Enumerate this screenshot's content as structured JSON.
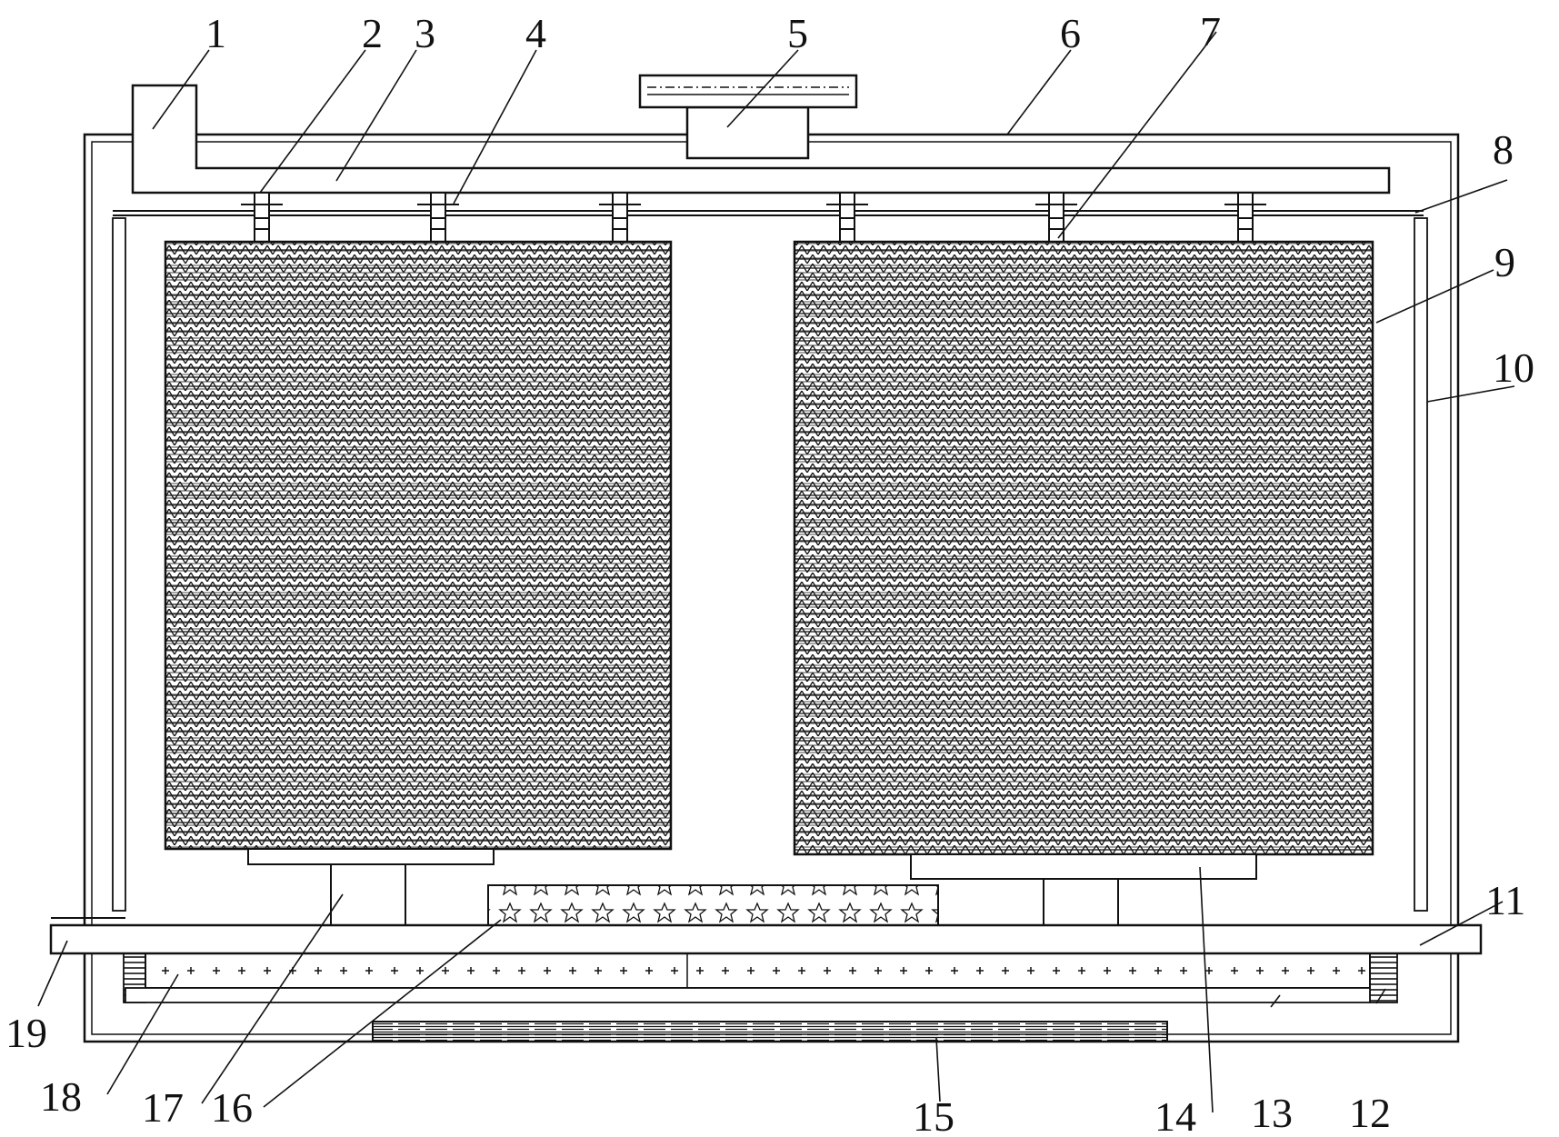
{
  "figure": {
    "background": "#ffffff",
    "line_color": "#111111",
    "callouts": [
      "1",
      "2",
      "3",
      "4",
      "5",
      "6",
      "7",
      "8",
      "9",
      "10",
      "11",
      "12",
      "13",
      "14",
      "15",
      "16",
      "17",
      "18",
      "19"
    ]
  }
}
